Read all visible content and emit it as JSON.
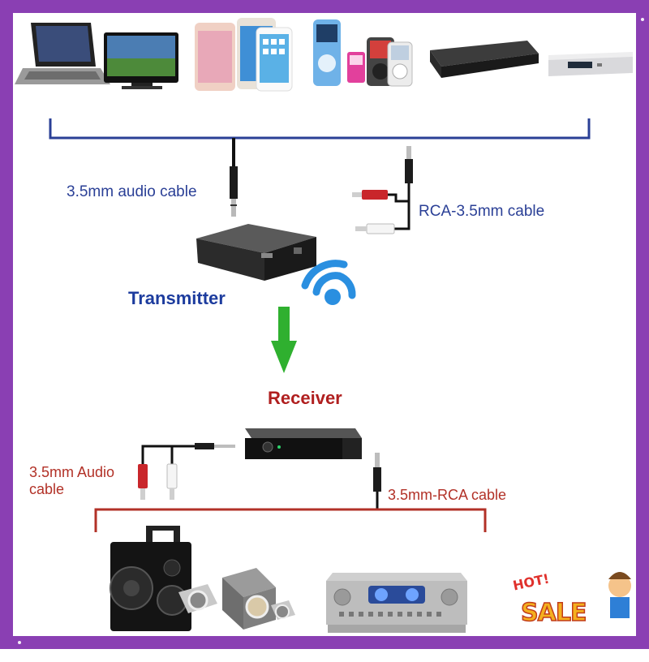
{
  "labels": {
    "top_cable_35": "3.5mm audio cable",
    "top_cable_rca": "RCA-3.5mm cable",
    "transmitter": "Transmitter",
    "receiver": "Receiver",
    "bottom_cable_audio": "3.5mm Audio cable",
    "bottom_cable_rca": "3.5mm-RCA cable",
    "badge_hot": "HOT!",
    "badge_sale": "SALE"
  },
  "colors": {
    "frame": "#8a3fb3",
    "blue_line": "#2a3f96",
    "red_line": "#b23127",
    "arrow": "#2fb02f",
    "wifi": "#2a8fe0"
  },
  "icons": {
    "source_devices": [
      "laptop-icon",
      "tv-icon",
      "smartphone-icon",
      "mp3-player-icon",
      "ipod-icon",
      "dvd-player-icon",
      "set-top-box-icon"
    ],
    "output_devices": [
      "speaker-icon",
      "stereo-speaker-icon",
      "amplifier-icon"
    ]
  }
}
